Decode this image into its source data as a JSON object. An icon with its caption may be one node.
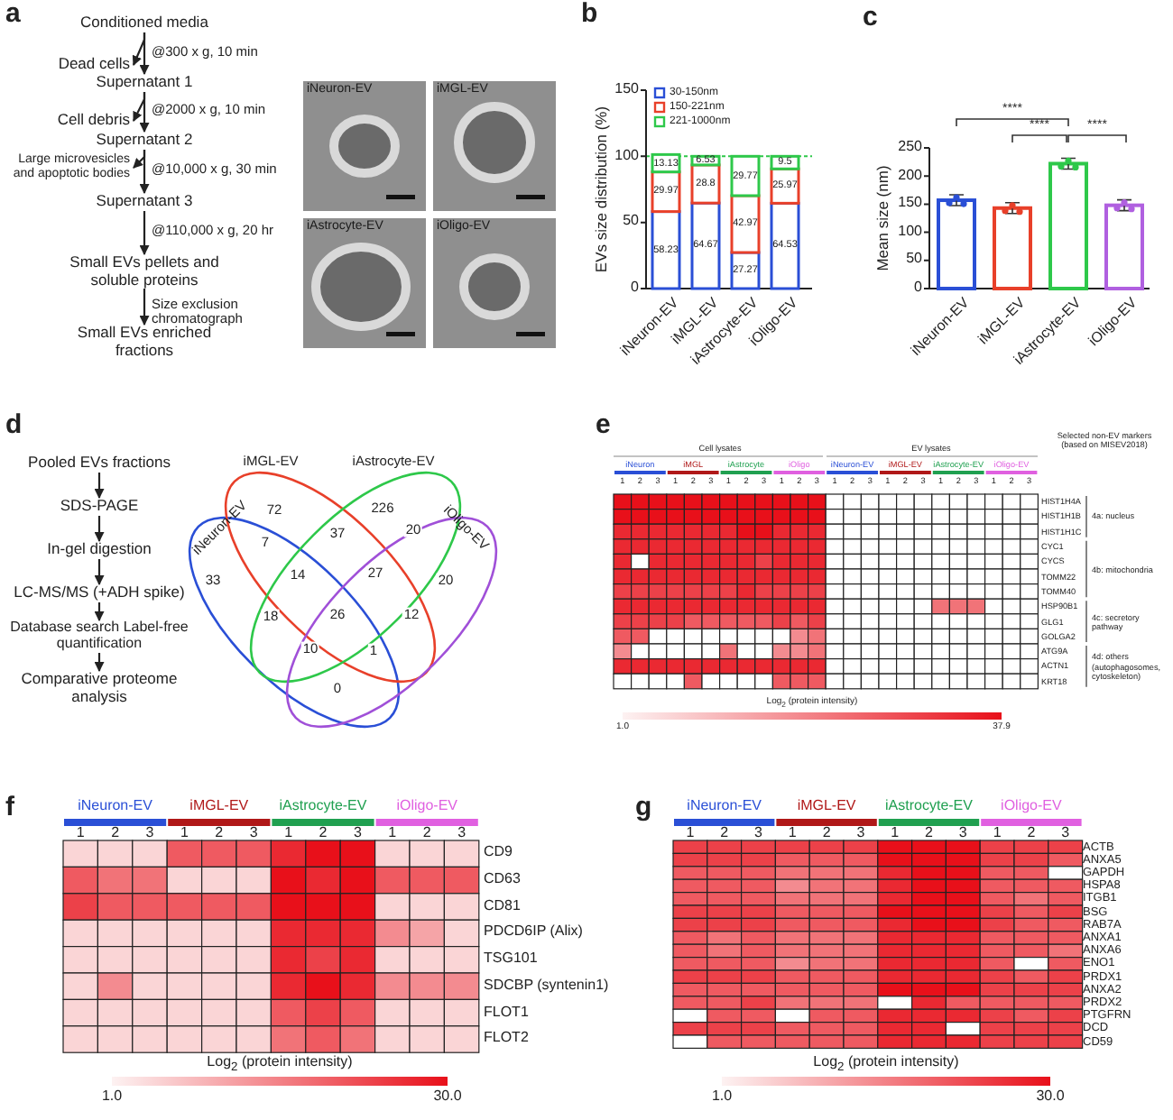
{
  "diagram": {
    "nodes": [
      {
        "text": [
          "Conditioned media"
        ]
      },
      {
        "text": [
          "Dead cells"
        ]
      },
      {
        "text": [
          "Supernatant 1"
        ]
      },
      {
        "text": [
          "Cell debris"
        ]
      },
      {
        "text": [
          "Supernatant 2"
        ]
      },
      {
        "text": [
          "Large microvesicles and apoptotic bodies"
        ]
      },
      {
        "text": [
          "Supernatant 3"
        ]
      },
      {
        "text": [
          "Small EVs pellets and soluble proteins"
        ]
      },
      {
        "text": [
          "Small EVs enriched fractions"
        ]
      },
      {
        "text": [
          "iNeuron-EV"
        ]
      },
      {
        "text": [
          "iMGL-EV"
        ]
      },
      {
        "text": [
          "iAstrocyte-EV"
        ]
      },
      {
        "text": [
          "iOligo-EV"
        ]
      },
      {
        "text": [
          "Pooled EVs fractions"
        ]
      },
      {
        "text": [
          "SDS-PAGE"
        ]
      },
      {
        "text": [
          "In-gel digestion"
        ]
      },
      {
        "text": [
          "LC-MS/MS (+ADH spike)"
        ]
      },
      {
        "text": [
          "Database search Label-free quantification"
        ]
      },
      {
        "text": [
          "Comparative proteome analysis"
        ]
      }
    ],
    "edges": [
      {
        "from": 0,
        "to": 2,
        "arrow": "to",
        "label": "@300 x g, 10 min"
      },
      {
        "from": 0,
        "to": 1,
        "arrow": "to"
      },
      {
        "from": 2,
        "to": 4,
        "arrow": "to",
        "label": "@2000 x g, 10 min"
      },
      {
        "from": 2,
        "to": 3,
        "arrow": "to"
      },
      {
        "from": 4,
        "to": 6,
        "arrow": "to",
        "label": "@10,000 x g, 30 min"
      },
      {
        "from": 4,
        "to": 5,
        "arrow": "to"
      },
      {
        "from": 6,
        "to": 7,
        "arrow": "to",
        "label": "@110,000 x g, 20 hr"
      },
      {
        "from": 7,
        "to": 8,
        "arrow": "to",
        "label": "Size exclusion chromatograph"
      },
      {
        "from": 13,
        "to": 14,
        "arrow": "to"
      },
      {
        "from": 14,
        "to": 15,
        "arrow": "to"
      },
      {
        "from": 15,
        "to": 16,
        "arrow": "to"
      },
      {
        "from": 16,
        "to": 17,
        "arrow": "to"
      },
      {
        "from": 17,
        "to": 18,
        "arrow": "to"
      }
    ],
    "labels": [
      "a",
      "b",
      "c",
      "d",
      "iMGL-EV",
      "iAstrocyte-EV",
      "iNeuron-EV",
      "iOligo-EV",
      "72",
      "226",
      "7",
      "37",
      "20",
      "33",
      "14",
      "27",
      "20",
      "18",
      "26",
      "12",
      "10",
      "1",
      "0",
      "e",
      "Cell lysates",
      "EV lysates",
      "Selected non-EV markers (based on MISEV2018)",
      "iNeuron",
      "iMGL",
      "iAstrocyte",
      "iOligo",
      "iNeuron-EV",
      "iMGL-EV",
      "iAstrocyte-EV",
      "iOligo-EV",
      "1",
      "2",
      "3",
      "1",
      "2",
      "3",
      "1",
      "2",
      "3",
      "1",
      "2",
      "3",
      "1",
      "2",
      "3",
      "1",
      "2",
      "3",
      "1",
      "2",
      "3",
      "1",
      "2",
      "3",
      "HIST1H4A",
      "HIST1H1B",
      "HIST1H1C",
      "CYC1",
      "CYCS",
      "TOMM22",
      "TOMM40",
      "HSP90B1",
      "GLG1",
      "GOLGA2",
      "ATG9A",
      "ACTN1",
      "KRT18",
      "4a: nucleus",
      "4b: mitochondria",
      "4c: secretory pathway",
      "4d: others (autophagosomes, cytoskeleton)",
      "Log$_{2}$ (protein intensity)",
      "1.0",
      "37.9",
      "f",
      "iNeuron-EV",
      "iMGL-EV",
      "iAstrocyte-EV",
      "iOligo-EV",
      "1",
      "2",
      "3",
      "1",
      "2",
      "3",
      "1",
      "2",
      "3",
      "1",
      "2",
      "3",
      "CD9",
      "CD63",
      "CD81",
      "PDCD6IP (Alix)",
      "TSG101",
      "SDCBP (syntenin1)",
      "FLOT1",
      "FLOT2",
      "Log$_{2}$ (protein intensity)",
      "1.0",
      "30.0",
      "g",
      "iNeuron-EV",
      "iMGL-EV",
      "iAstrocyte-EV",
      "iOligo-EV",
      "1",
      "2",
      "3",
      "1",
      "2",
      "3",
      "1",
      "2",
      "3",
      "1",
      "2",
      "3",
      "ACTB",
      "ANXA5",
      "GAPDH",
      "HSPA8",
      "ITGB1",
      "BSG",
      "RAB7A",
      "ANXA1",
      "ANXA6",
      "ENO1",
      "PRDX1",
      "ANXA2",
      "PRDX2",
      "PTGFRN",
      "DCD",
      "CD59",
      "Log$_{2}$ (protein intensity)",
      "1.0",
      "30.0"
    ],
    "chart_data": [
      {
        "type": "bar",
        "ylabel": "EVs size distribution (%)",
        "categories": [
          "iNeuron-EV",
          "iMGL-EV",
          "iAstrocyte-EV",
          "iOligo-EV"
        ],
        "series": [
          {
            "name": "30-150nm",
            "color": "#2a4fd6",
            "values": [
              58.23,
              64.67,
              27.27,
              64.53
            ]
          },
          {
            "name": "150-221nm",
            "color": "#e8402a",
            "values": [
              29.97,
              28.8,
              42.97,
              25.97
            ]
          },
          {
            "name": "221-1000nm",
            "color": "#2ec84a",
            "values": [
              13.13,
              6.53,
              29.77,
              9.5
            ]
          }
        ],
        "ylim": [
          0,
          150
        ],
        "yticks": [
          0,
          50,
          100,
          150
        ],
        "stacked": true,
        "data_labels": true,
        "legend": "upper left"
      },
      {
        "type": "bar",
        "ylabel": "Mean size (nm)",
        "categories": [
          "iNeuron-EV",
          "iMGL-EV",
          "iAstrocyte-EV",
          "iOligo-EV"
        ],
        "series": [
          {
            "values": [
              157,
              143,
              222,
              148
            ]
          }
        ],
        "ylim": [
          0,
          250
        ],
        "yticks": [
          0,
          50,
          100,
          150,
          200,
          250
        ],
        "annotations": [
          "****",
          "****",
          "****"
        ]
      }
    ]
  }
}
